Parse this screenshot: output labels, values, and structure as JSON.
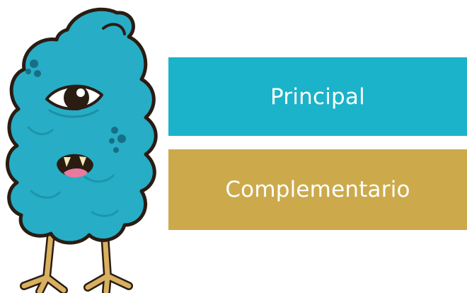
{
  "colors": {
    "primary_button": "#1bb3c9",
    "secondary_button": "#ccaa4c",
    "monster_body": "#27adc6",
    "monster_spots": "#166f86",
    "monster_legs": "#d8b060",
    "outline": "#2a1c12"
  },
  "mascot": {
    "icon": "one-eyed-monster-illustration"
  },
  "options": [
    {
      "label": "Principal"
    },
    {
      "label": "Complementario"
    }
  ]
}
